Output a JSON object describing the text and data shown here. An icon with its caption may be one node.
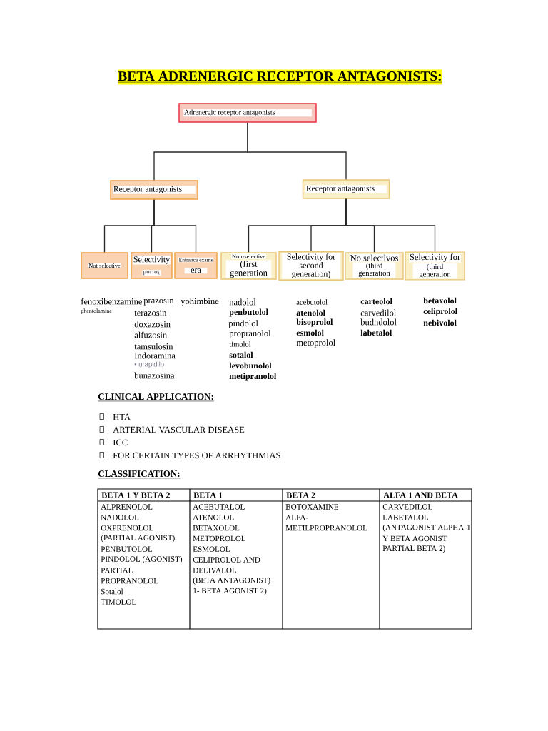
{
  "diagram": {
    "title": "BETA ADRENERGIC RECEPTOR ANTAGONISTS:",
    "nodes": [
      {
        "text": [
          "Adrenergic receptor antagonists"
        ]
      },
      {
        "text": [
          "Receptor antagonists"
        ]
      },
      {
        "text": [
          "Receptor antagonists"
        ]
      },
      {
        "text": [
          "Not selective"
        ]
      },
      {
        "text": [
          "Selectivity",
          "por α$_{1}$"
        ]
      },
      {
        "text": [
          "Entrance exams",
          "era"
        ]
      },
      {
        "text": [
          "Non-selective",
          "(first generation"
        ]
      },
      {
        "text": [
          "Selectivity for second generation)"
        ]
      },
      {
        "text": [
          "No selectlvos",
          "(third generation"
        ]
      },
      {
        "text": [
          "Selectivity for",
          "(third generation"
        ]
      }
    ],
    "edges": [
      {
        "from": 0,
        "to": 1,
        "arrow": "none"
      },
      {
        "from": 0,
        "to": 2,
        "arrow": "none"
      },
      {
        "from": 1,
        "to": 3,
        "arrow": "none"
      },
      {
        "from": 1,
        "to": 4,
        "arrow": "none"
      },
      {
        "from": 1,
        "to": 5,
        "arrow": "none"
      },
      {
        "from": 2,
        "to": 6,
        "arrow": "none"
      },
      {
        "from": 2,
        "to": 7,
        "arrow": "none"
      },
      {
        "from": 2,
        "to": 8,
        "arrow": "none"
      },
      {
        "from": 2,
        "to": 9,
        "arrow": "none"
      }
    ],
    "labels": [
      "fenoxibenzamine",
      "phentolamine",
      "prazosin",
      "terazosin",
      "doxazosin",
      "alfuzosin",
      "tamsulosin",
      "Indoramina",
      "• urapidilo",
      "bunazosina",
      "yohimbine",
      "nadolol",
      "penbutolol",
      "pindolol",
      "propranolol",
      "timolol",
      "sotalol",
      "levobunolol",
      "metipranolol",
      "acebutolol",
      "atenolol",
      "bisoprolol",
      "esmolol",
      "metoprolol",
      "carteolol",
      "carvedilol",
      "budndolol",
      "labetalol",
      "betaxolol",
      "celiprolol",
      "nebivolol",
      "CLINICAL APPLICATION:",
      "HTA",
      "ARTERIAL VASCULAR DISEASE",
      "ICC",
      "FOR CERTAIN TYPES OF ARRHYTHMIAS",
      "CLASSIFICATION:",
      "BETA 1 Y BETA 2",
      "BETA 1",
      "BETA 2",
      "ALFA 1 AND BETA",
      "ALPRENOLOL",
      "NADOLOL",
      "OXPRENOLOL",
      "(PARTIAL AGONIST)",
      "PENBUTOLOL",
      "PINDOLOL (AGONIST)",
      "PARTIAL",
      "PROPRANOLOL",
      "Sotalol",
      "TIMOLOL",
      "ACEBUTALOL",
      "ATENOLOL",
      "BETAXOLOL",
      "METOPROLOL",
      "ESMOLOL",
      "CELIPROLOL AND",
      "DELIVALOL",
      "(BETA ANTAGONIST)",
      "1- BETA AGONIST 2)",
      "BOTOXAMINE",
      "ALFA-",
      "METILPROPRANOLOL",
      "CARVEDILOL",
      "LABETALOL",
      "(ANTAGONIST ALPHA-1",
      "Y BETA AGONIST",
      "PARTIAL BETA 2)"
    ]
  }
}
